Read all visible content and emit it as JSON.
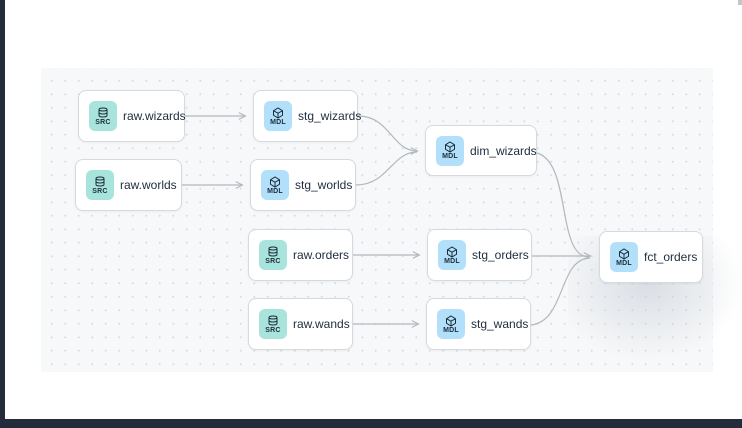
{
  "app": {
    "name": "data-lineage-graph",
    "frame_color": "#242b3a",
    "canvas_background": "#f7f8f9",
    "dot_color": "#d9dde2",
    "edge_color": "#b3b8bf",
    "src_badge_color": "#a9e4dc",
    "mdl_badge_color": "#b2e0fa",
    "badge_text_color": "#1c2c3c",
    "node_label_color": "#1e2d3d"
  },
  "nodes": [
    {
      "id": "raw_wizards",
      "label": "raw.wizards",
      "badge": "SRC",
      "icon": "database-icon"
    },
    {
      "id": "stg_wizards",
      "label": "stg_wizards",
      "badge": "MDL",
      "icon": "cube-icon"
    },
    {
      "id": "raw_worlds",
      "label": "raw.worlds",
      "badge": "SRC",
      "icon": "database-icon"
    },
    {
      "id": "stg_worlds",
      "label": "stg_worlds",
      "badge": "MDL",
      "icon": "cube-icon"
    },
    {
      "id": "dim_wizards",
      "label": "dim_wizards",
      "badge": "MDL",
      "icon": "cube-icon"
    },
    {
      "id": "raw_orders",
      "label": "raw.orders",
      "badge": "SRC",
      "icon": "database-icon"
    },
    {
      "id": "stg_orders",
      "label": "stg_orders",
      "badge": "MDL",
      "icon": "cube-icon"
    },
    {
      "id": "raw_wands",
      "label": "raw.wands",
      "badge": "SRC",
      "icon": "database-icon"
    },
    {
      "id": "stg_wands",
      "label": "stg_wands",
      "badge": "MDL",
      "icon": "cube-icon"
    },
    {
      "id": "fct_orders",
      "label": "fct_orders",
      "badge": "MDL",
      "icon": "cube-icon"
    }
  ],
  "edges": [
    {
      "from": "raw.wizards",
      "to": "stg_wizards"
    },
    {
      "from": "raw.worlds",
      "to": "stg_worlds"
    },
    {
      "from": "stg_wizards",
      "to": "dim_wizards"
    },
    {
      "from": "stg_worlds",
      "to": "dim_wizards"
    },
    {
      "from": "raw.orders",
      "to": "stg_orders"
    },
    {
      "from": "raw.wands",
      "to": "stg_wands"
    },
    {
      "from": "dim_wizards",
      "to": "fct_orders"
    },
    {
      "from": "stg_orders",
      "to": "fct_orders"
    },
    {
      "from": "stg_wands",
      "to": "fct_orders"
    }
  ]
}
